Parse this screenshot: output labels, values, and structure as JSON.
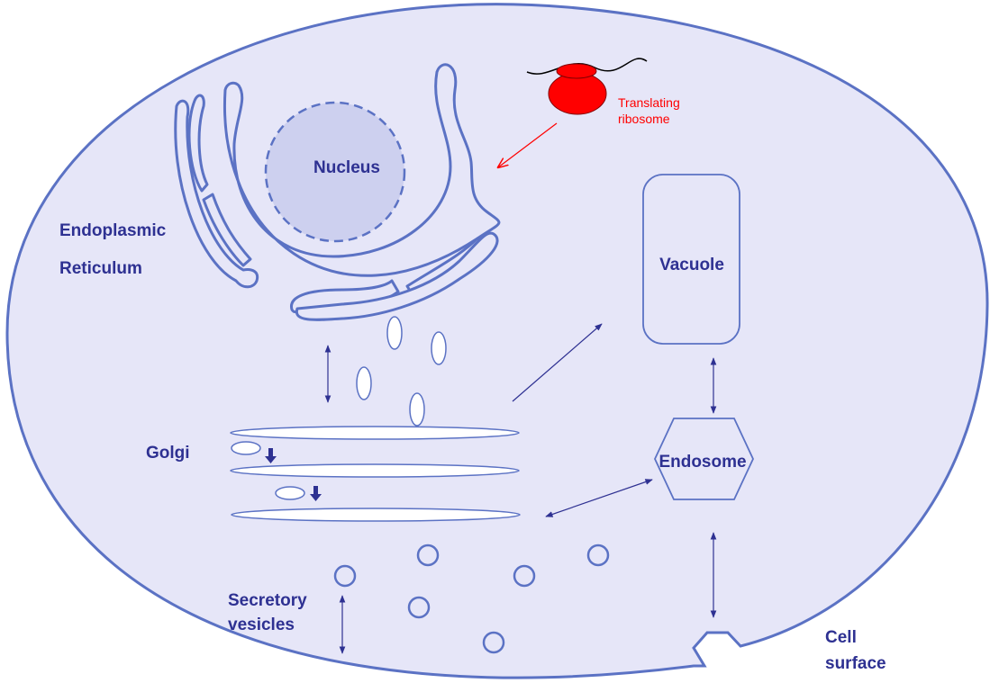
{
  "labels": {
    "nucleus": "Nucleus",
    "er_line1": "Endoplasmic",
    "er_line2": "Reticulum",
    "ribosome_line1": "Translating",
    "ribosome_line2": "ribosome",
    "vacuole": "Vacuole",
    "golgi": "Golgi",
    "endosome": "Endosome",
    "secretory_line1": "Secretory",
    "secretory_line2": "vesicles",
    "cell_line1": "Cell",
    "cell_line2": "surface"
  },
  "colors": {
    "cell_fill": "#e6e6f8",
    "outline": "#5b72c4",
    "label": "#2e3192",
    "nucleus_fill": "#cdd0ef",
    "ribosome": "#ff0000"
  }
}
